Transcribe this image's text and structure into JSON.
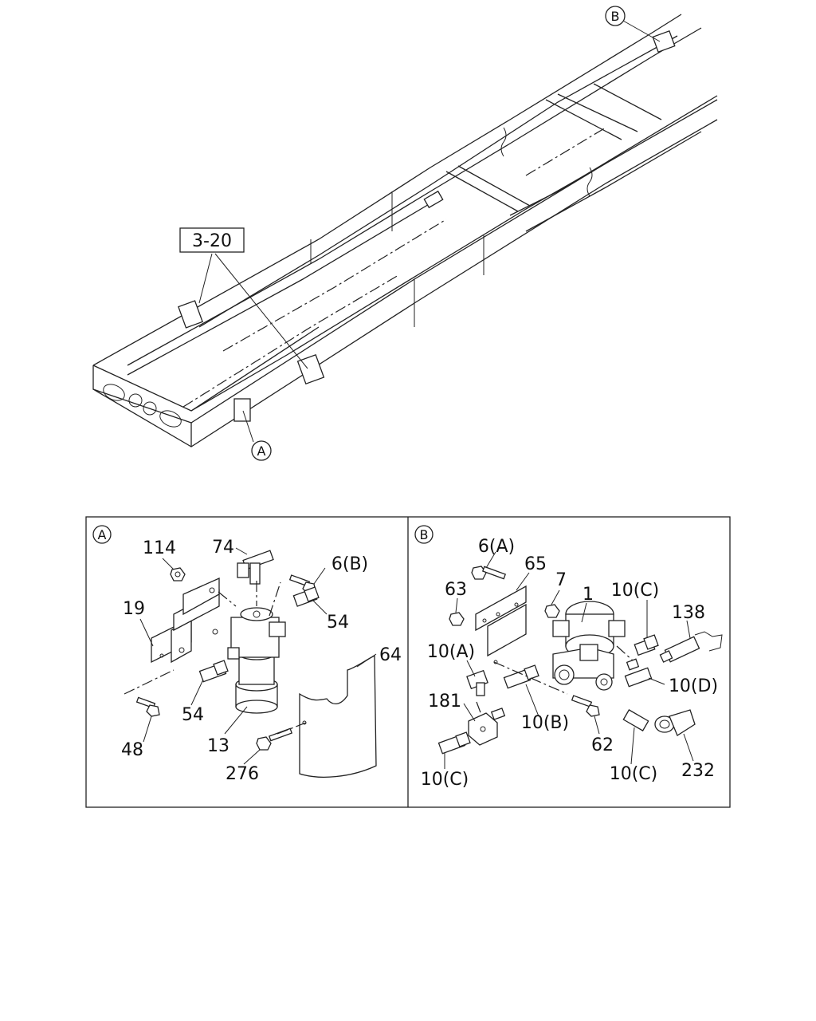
{
  "overview": {
    "callout_a": "A",
    "callout_b": "B",
    "ref_box": "3-20"
  },
  "panel_a": {
    "badge": "A",
    "labels": {
      "p114": "114",
      "p74": "74",
      "p6b": "6(B)",
      "p19": "19",
      "p54a": "54",
      "p54b": "54",
      "p64": "64",
      "p48": "48",
      "p13": "13",
      "p276": "276"
    }
  },
  "panel_b": {
    "badge": "B",
    "labels": {
      "p6a": "6(A)",
      "p65": "65",
      "p7": "7",
      "p63": "63",
      "p1": "1",
      "p10c_top": "10(C)",
      "p138": "138",
      "p10a": "10(A)",
      "p10d": "10(D)",
      "p181": "181",
      "p10b": "10(B)",
      "p62": "62",
      "p10c_left": "10(C)",
      "p10c_bottom": "10(C)",
      "p232": "232"
    }
  }
}
